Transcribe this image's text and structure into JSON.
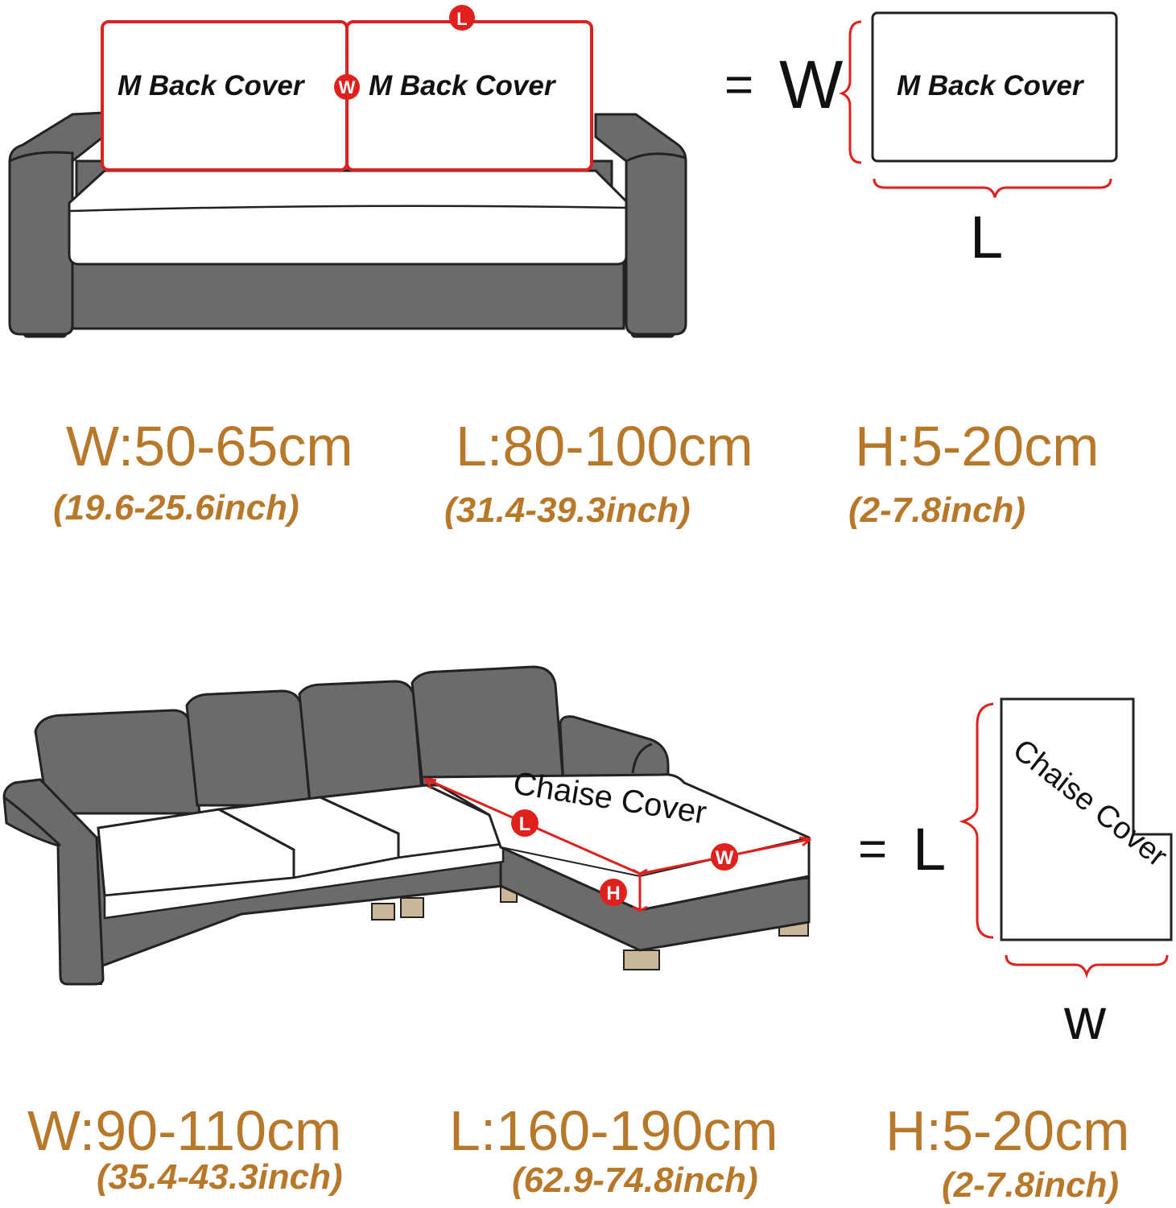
{
  "top": {
    "left_cover_label": "M Back Cover",
    "right_cover_label": "M Back Cover",
    "marker_l": "L",
    "marker_w": "W",
    "equals": "=",
    "side_w_letter": "W",
    "side_cover_label": "M Back Cover",
    "side_l_letter": "L",
    "dims": [
      {
        "main": "W:50-65cm",
        "inch": "(19.6-25.6inch)"
      },
      {
        "main": "L:80-100cm",
        "inch": "(31.4-39.3inch)"
      },
      {
        "main": "H:5-20cm",
        "inch": "(2-7.8inch)"
      }
    ]
  },
  "bottom": {
    "chaise_label": "Chaise Cover",
    "marker_l": "L",
    "marker_w": "W",
    "marker_h": "H",
    "equals": "=",
    "side_l_letter": "L",
    "side_cover_label": "Chaise Cover",
    "side_w_letter": "w",
    "dims": [
      {
        "main": "W:90-110cm",
        "inch": "(35.4-43.3inch)"
      },
      {
        "main": "L:160-190cm",
        "inch": "(62.9-74.8inch)"
      },
      {
        "main": "H:5-20cm",
        "inch": "(2-7.8inch)"
      }
    ]
  },
  "colors": {
    "sofa_gray": "#6b6b6b",
    "outline": "#222222",
    "red": "#e0201c",
    "dim_text": "#b8782a",
    "leg": "#cbb79b"
  }
}
